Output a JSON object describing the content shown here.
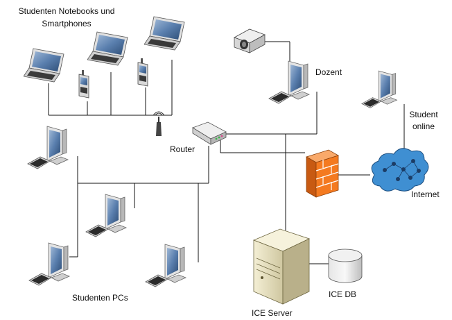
{
  "labels": {
    "notebooks_line1": "Studenten Notebooks und",
    "notebooks_line2": "Smartphones",
    "dozent": "Dozent",
    "router": "Router",
    "student_online_line1": "Student",
    "student_online_line2": "online",
    "internet": "Internet",
    "studenten_pcs": "Studenten PCs",
    "ice_db": "ICE DB",
    "ice_server": "ICE Server"
  },
  "colors": {
    "line": "#111111",
    "monitor_frame": "#d9d9d9",
    "monitor_screen": "#4d6f9a",
    "firewall": "#f47a20",
    "cloud": "#3f8fd2",
    "server": "#ece7c9",
    "db": "#cfcfcf"
  }
}
